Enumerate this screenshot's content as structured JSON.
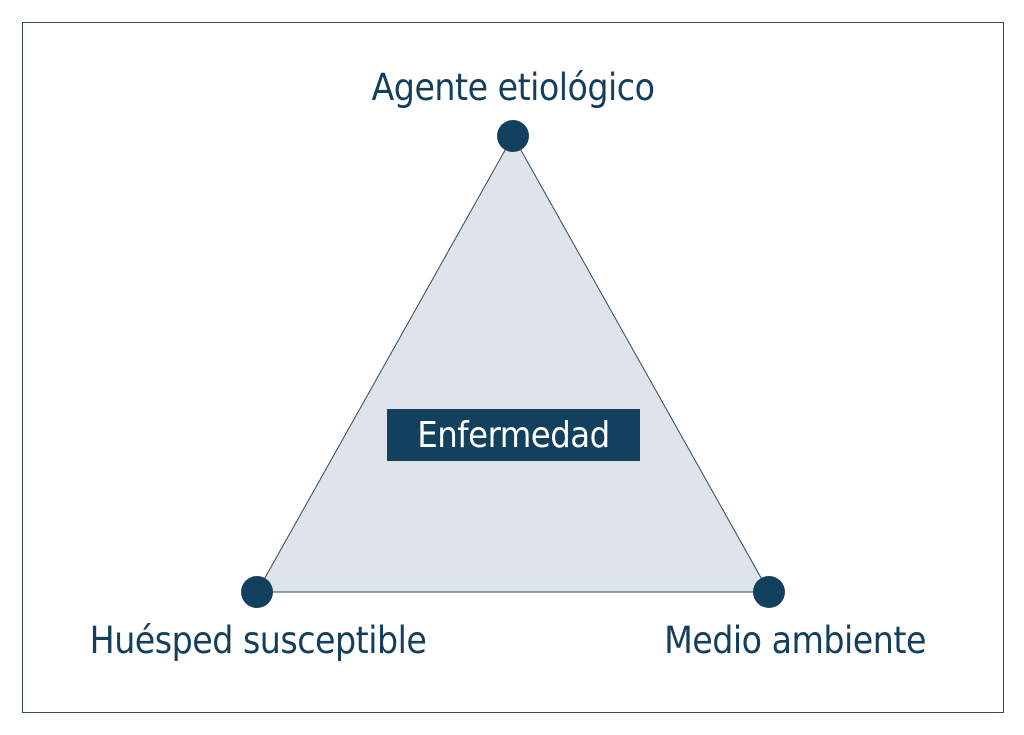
{
  "diagram": {
    "vertices": {
      "top": "Agente etiológico",
      "left": "Huésped susceptible",
      "right": "Medio ambiente"
    },
    "center": "Enfermedad"
  },
  "colors": {
    "primary": "#13405d",
    "triangle_fill": "#dfe4ea",
    "frame": "#2d4a5e"
  }
}
